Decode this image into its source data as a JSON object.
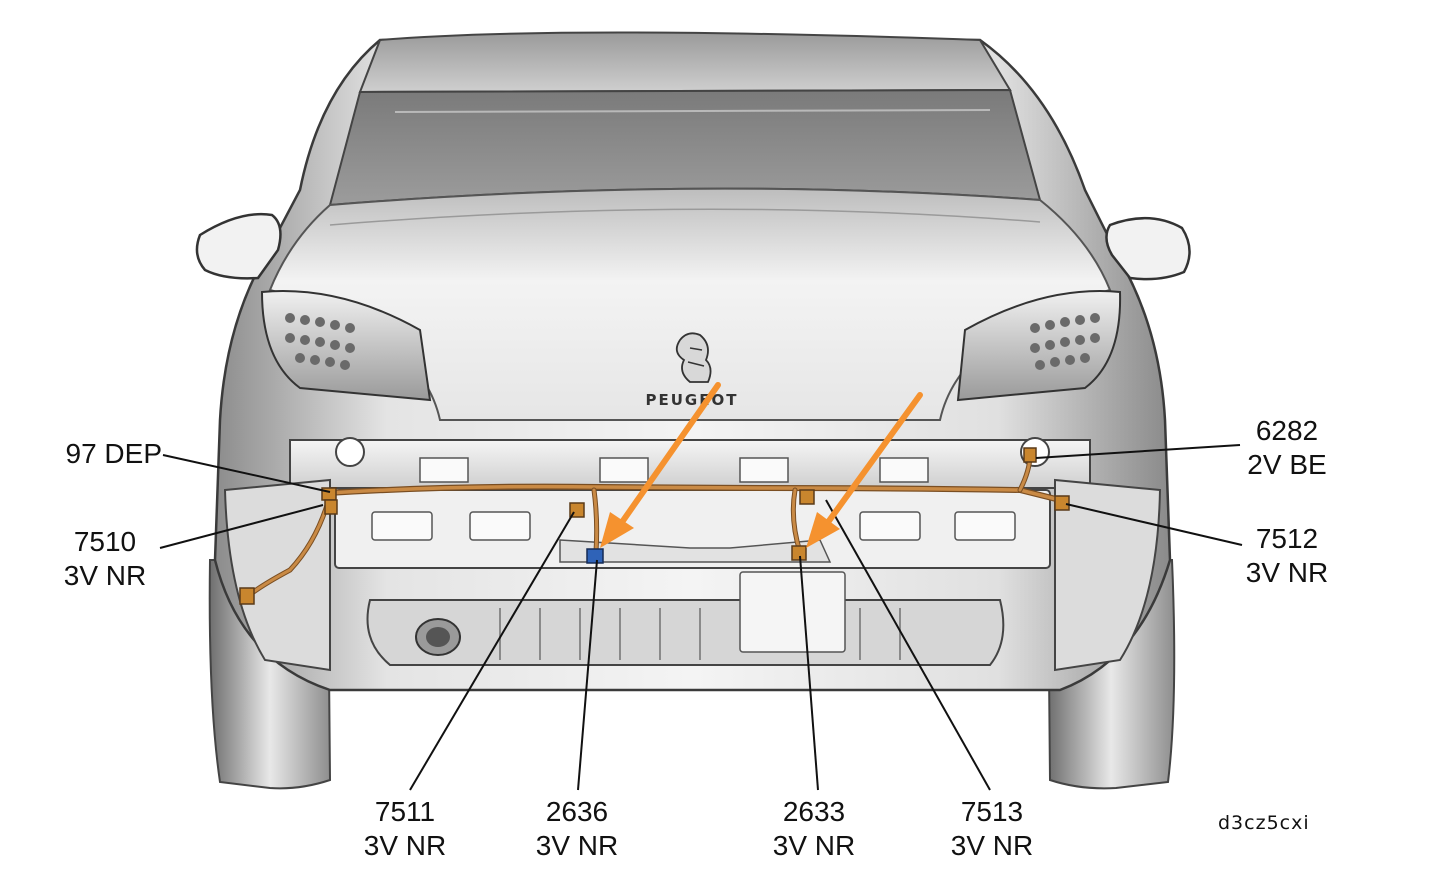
{
  "diagram": {
    "brand_text": "PEUGEOT",
    "reference_code": "d3cz5cxi",
    "callouts": [
      {
        "id": "97dep",
        "lines": [
          "97 DEP"
        ]
      },
      {
        "id": "7510",
        "lines": [
          "7510",
          "3V NR"
        ]
      },
      {
        "id": "7511",
        "lines": [
          "7511",
          "3V NR"
        ]
      },
      {
        "id": "2636",
        "lines": [
          "2636",
          "3V NR"
        ]
      },
      {
        "id": "2633",
        "lines": [
          "2633",
          "3V NR"
        ]
      },
      {
        "id": "7513",
        "lines": [
          "7513",
          "3V NR"
        ]
      },
      {
        "id": "7512",
        "lines": [
          "7512",
          "3V NR"
        ]
      },
      {
        "id": "6282",
        "lines": [
          "6282",
          "2V BE"
        ]
      }
    ],
    "colors": {
      "arrow": "#f5922f",
      "harness": "#b0763a",
      "connector_blue": "#2f63b8",
      "connector_orange": "#c9862e",
      "leader": "#111111"
    }
  }
}
